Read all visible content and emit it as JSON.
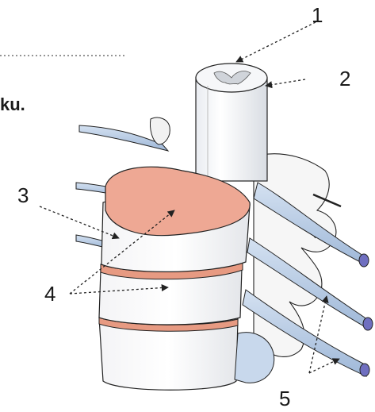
{
  "diagram": {
    "clipped_heading_fragment": "ku.",
    "callouts": [
      {
        "id": "1",
        "label": "1"
      },
      {
        "id": "2",
        "label": "2"
      },
      {
        "id": "3",
        "label": "3"
      },
      {
        "id": "4",
        "label": "4"
      },
      {
        "id": "5",
        "label": "5"
      }
    ]
  },
  "colors": {
    "vertebral_body": "#ffffff",
    "disc_top": "#eea894",
    "disc_ring": "#e79a82",
    "spinal_cord": "#f2f4f7",
    "nerve": "#b9cde6",
    "nerve_tip": "#6f6fc0",
    "outline": "#222222",
    "leader_line": "#222222"
  }
}
